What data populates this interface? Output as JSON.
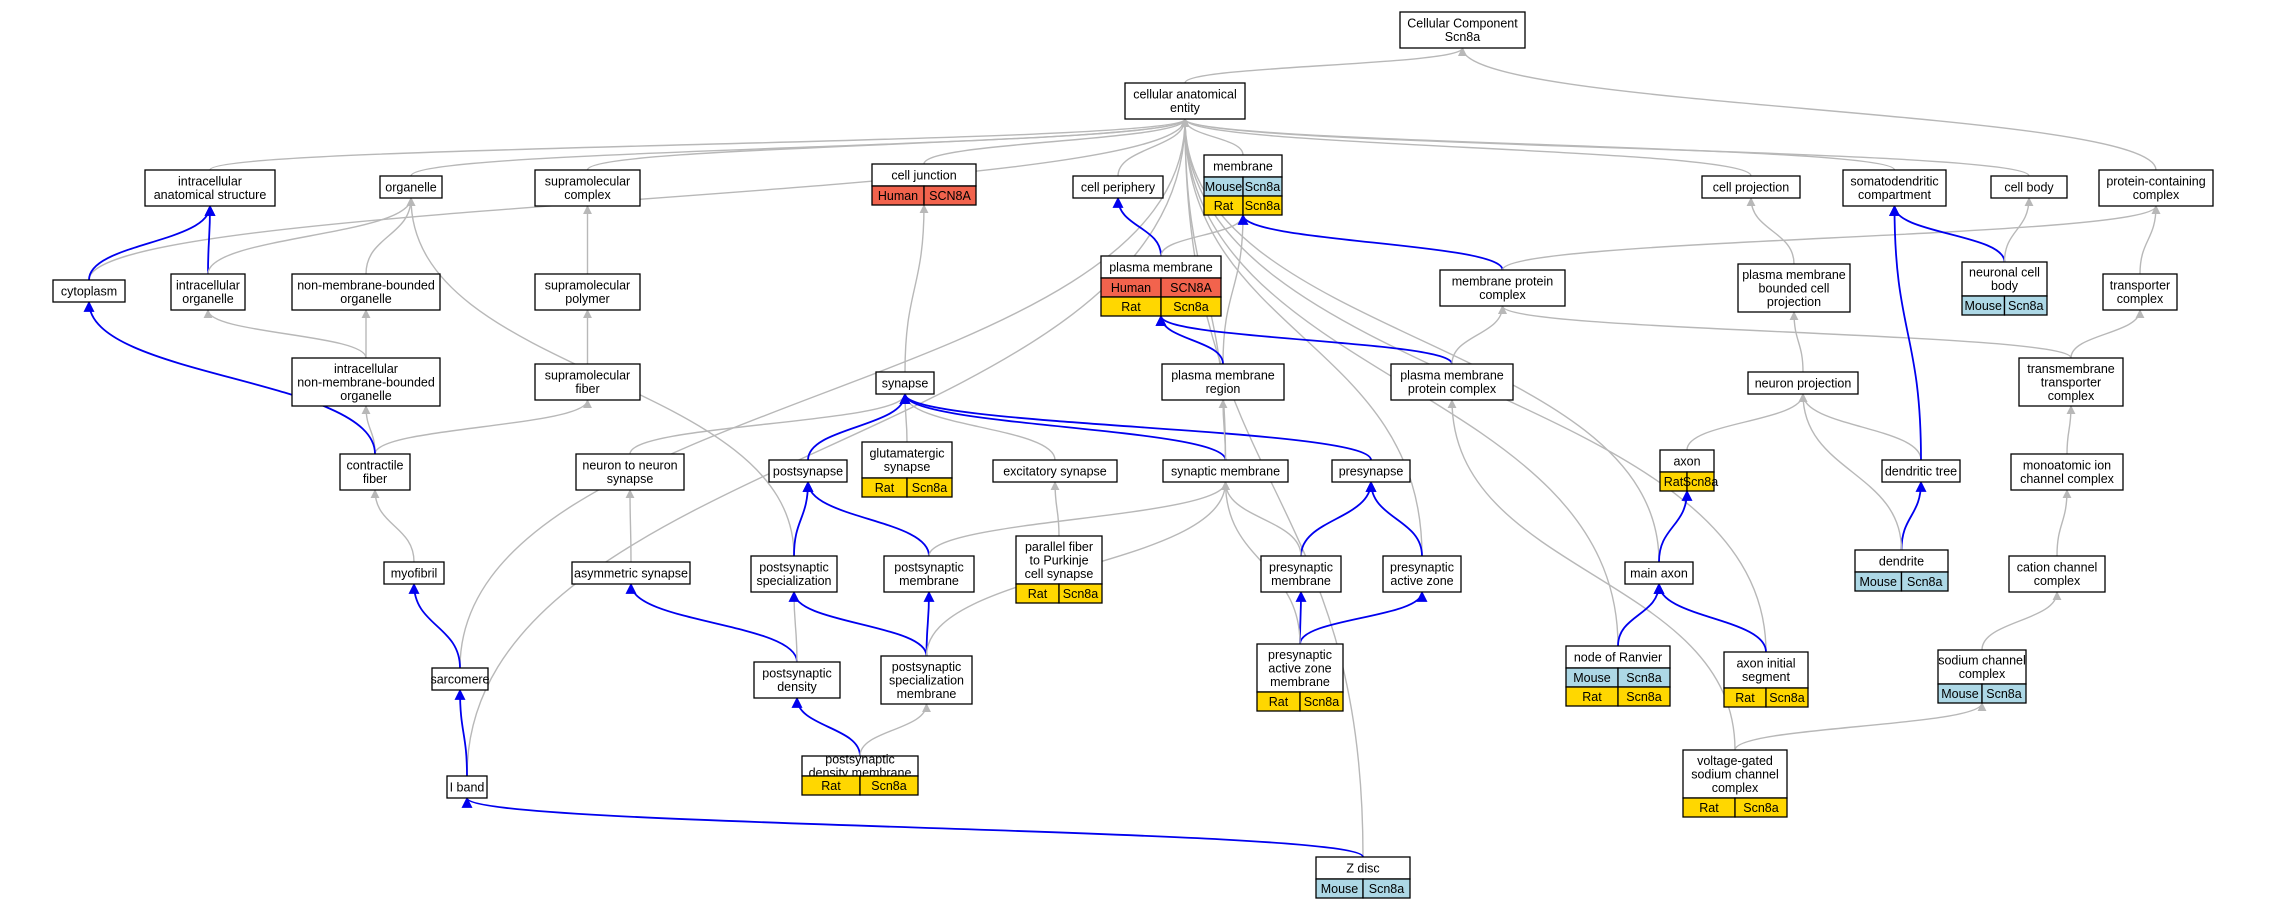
{
  "colors": {
    "human": "#f2634d",
    "mouse": "#add8e6",
    "rat": "#ffd700",
    "is_a_edge": "#b8b8b8",
    "part_of_edge": "#0000ee"
  },
  "nodes": [
    {
      "id": "cc",
      "lines": [
        "Cellular Component",
        "Scn8a"
      ],
      "annotations": []
    },
    {
      "id": "cae",
      "lines": [
        "cellular anatomical",
        "entity"
      ],
      "annotations": []
    },
    {
      "id": "ias",
      "lines": [
        "intracellular",
        "anatomical structure"
      ],
      "annotations": []
    },
    {
      "id": "organelle",
      "lines": [
        "organelle"
      ],
      "annotations": []
    },
    {
      "id": "smc",
      "lines": [
        "supramolecular",
        "complex"
      ],
      "annotations": []
    },
    {
      "id": "cj",
      "lines": [
        "cell junction"
      ],
      "annotations": [
        [
          "Human",
          "SCN8A"
        ]
      ]
    },
    {
      "id": "cp",
      "lines": [
        "cell periphery"
      ],
      "annotations": []
    },
    {
      "id": "membrane",
      "lines": [
        "membrane"
      ],
      "annotations": [
        [
          "Mouse",
          "Scn8a"
        ],
        [
          "Rat",
          "Scn8a"
        ]
      ]
    },
    {
      "id": "cproj",
      "lines": [
        "cell projection"
      ],
      "annotations": []
    },
    {
      "id": "sdc",
      "lines": [
        "somatodendritic",
        "compartment"
      ],
      "annotations": []
    },
    {
      "id": "cb",
      "lines": [
        "cell body"
      ],
      "annotations": []
    },
    {
      "id": "pcc",
      "lines": [
        "protein-containing",
        "complex"
      ],
      "annotations": []
    },
    {
      "id": "cyto",
      "lines": [
        "cytoplasm"
      ],
      "annotations": []
    },
    {
      "id": "io",
      "lines": [
        "intracellular",
        "organelle"
      ],
      "annotations": []
    },
    {
      "id": "nmbo",
      "lines": [
        "non-membrane-bounded",
        "organelle"
      ],
      "annotations": []
    },
    {
      "id": "smp",
      "lines": [
        "supramolecular",
        "polymer"
      ],
      "annotations": []
    },
    {
      "id": "pm",
      "lines": [
        "plasma membrane"
      ],
      "annotations": [
        [
          "Human",
          "SCN8A"
        ],
        [
          "Rat",
          "Scn8a"
        ]
      ]
    },
    {
      "id": "mpc",
      "lines": [
        "membrane protein",
        "complex"
      ],
      "annotations": []
    },
    {
      "id": "pmbcp",
      "lines": [
        "plasma membrane",
        "bounded cell",
        "projection"
      ],
      "annotations": []
    },
    {
      "id": "ncb",
      "lines": [
        "neuronal cell",
        "body"
      ],
      "annotations": [
        [
          "Mouse",
          "Scn8a"
        ]
      ]
    },
    {
      "id": "tc",
      "lines": [
        "transporter",
        "complex"
      ],
      "annotations": []
    },
    {
      "id": "inmbo",
      "lines": [
        "intracellular",
        "non-membrane-bounded",
        "organelle"
      ],
      "annotations": []
    },
    {
      "id": "smf",
      "lines": [
        "supramolecular",
        "fiber"
      ],
      "annotations": []
    },
    {
      "id": "synapse",
      "lines": [
        "synapse"
      ],
      "annotations": []
    },
    {
      "id": "pmr",
      "lines": [
        "plasma membrane",
        "region"
      ],
      "annotations": []
    },
    {
      "id": "pmpc",
      "lines": [
        "plasma membrane",
        "protein complex"
      ],
      "annotations": []
    },
    {
      "id": "np",
      "lines": [
        "neuron projection"
      ],
      "annotations": []
    },
    {
      "id": "tmtc",
      "lines": [
        "transmembrane",
        "transporter",
        "complex"
      ],
      "annotations": []
    },
    {
      "id": "cf",
      "lines": [
        "contractile",
        "fiber"
      ],
      "annotations": []
    },
    {
      "id": "nns",
      "lines": [
        "neuron to neuron",
        "synapse"
      ],
      "annotations": []
    },
    {
      "id": "postsyn",
      "lines": [
        "postsynapse"
      ],
      "annotations": []
    },
    {
      "id": "gs",
      "lines": [
        "glutamatergic",
        "synapse"
      ],
      "annotations": [
        [
          "Rat",
          "Scn8a"
        ]
      ]
    },
    {
      "id": "es",
      "lines": [
        "excitatory synapse"
      ],
      "annotations": []
    },
    {
      "id": "sm",
      "lines": [
        "synaptic membrane"
      ],
      "annotations": []
    },
    {
      "id": "presyn",
      "lines": [
        "presynapse"
      ],
      "annotations": []
    },
    {
      "id": "axon",
      "lines": [
        "axon"
      ],
      "annotations": [
        [
          "Rat",
          "Scn8a"
        ]
      ]
    },
    {
      "id": "dt",
      "lines": [
        "dendritic tree"
      ],
      "annotations": []
    },
    {
      "id": "micc",
      "lines": [
        "monoatomic ion",
        "channel complex"
      ],
      "annotations": []
    },
    {
      "id": "myo",
      "lines": [
        "myofibril"
      ],
      "annotations": []
    },
    {
      "id": "asyn",
      "lines": [
        "asymmetric synapse"
      ],
      "annotations": []
    },
    {
      "id": "pss",
      "lines": [
        "postsynaptic",
        "specialization"
      ],
      "annotations": []
    },
    {
      "id": "psm",
      "lines": [
        "postsynaptic",
        "membrane"
      ],
      "annotations": []
    },
    {
      "id": "pfpcs",
      "lines": [
        "parallel fiber",
        "to Purkinje",
        "cell synapse"
      ],
      "annotations": [
        [
          "Rat",
          "Scn8a"
        ]
      ]
    },
    {
      "id": "prem",
      "lines": [
        "presynaptic",
        "membrane"
      ],
      "annotations": []
    },
    {
      "id": "paz",
      "lines": [
        "presynaptic",
        "active zone"
      ],
      "annotations": []
    },
    {
      "id": "mainaxon",
      "lines": [
        "main axon"
      ],
      "annotations": []
    },
    {
      "id": "dendrite",
      "lines": [
        "dendrite"
      ],
      "annotations": [
        [
          "Mouse",
          "Scn8a"
        ]
      ]
    },
    {
      "id": "ccc",
      "lines": [
        "cation channel",
        "complex"
      ],
      "annotations": []
    },
    {
      "id": "sarc",
      "lines": [
        "sarcomere"
      ],
      "annotations": []
    },
    {
      "id": "psd",
      "lines": [
        "postsynaptic",
        "density"
      ],
      "annotations": []
    },
    {
      "id": "pssm",
      "lines": [
        "postsynaptic",
        "specialization",
        "membrane"
      ],
      "annotations": []
    },
    {
      "id": "pazm",
      "lines": [
        "presynaptic",
        "active zone",
        "membrane"
      ],
      "annotations": [
        [
          "Rat",
          "Scn8a"
        ]
      ]
    },
    {
      "id": "nor",
      "lines": [
        "node of Ranvier"
      ],
      "annotations": [
        [
          "Mouse",
          "Scn8a"
        ],
        [
          "Rat",
          "Scn8a"
        ]
      ]
    },
    {
      "id": "ais",
      "lines": [
        "axon initial",
        "segment"
      ],
      "annotations": [
        [
          "Rat",
          "Scn8a"
        ]
      ]
    },
    {
      "id": "scc",
      "lines": [
        "sodium channel",
        "complex"
      ],
      "annotations": [
        [
          "Mouse",
          "Scn8a"
        ]
      ]
    },
    {
      "id": "iband",
      "lines": [
        "I band"
      ],
      "annotations": []
    },
    {
      "id": "psdm",
      "lines": [
        "postsynaptic",
        "density membrane"
      ],
      "annotations": [
        [
          "Rat",
          "Scn8a"
        ]
      ]
    },
    {
      "id": "vgscc",
      "lines": [
        "voltage-gated",
        "sodium channel",
        "complex"
      ],
      "annotations": [
        [
          "Rat",
          "Scn8a"
        ]
      ]
    },
    {
      "id": "zdisc",
      "lines": [
        "Z disc"
      ],
      "annotations": [
        [
          "Mouse",
          "Scn8a"
        ]
      ]
    }
  ],
  "edges": [
    [
      "cae",
      "cc",
      "is_a"
    ],
    [
      "pcc",
      "cc",
      "is_a"
    ],
    [
      "ias",
      "cae",
      "is_a"
    ],
    [
      "organelle",
      "cae",
      "is_a"
    ],
    [
      "smc",
      "cae",
      "is_a"
    ],
    [
      "cj",
      "cae",
      "is_a"
    ],
    [
      "cp",
      "cae",
      "is_a"
    ],
    [
      "membrane",
      "cae",
      "is_a"
    ],
    [
      "cproj",
      "cae",
      "is_a"
    ],
    [
      "sdc",
      "cae",
      "is_a"
    ],
    [
      "cb",
      "cae",
      "is_a"
    ],
    [
      "cyto",
      "cae",
      "is_a"
    ],
    [
      "mainaxon",
      "cae",
      "is_a"
    ],
    [
      "nor",
      "cae",
      "is_a"
    ],
    [
      "ais",
      "cae",
      "is_a"
    ],
    [
      "paz",
      "cae",
      "is_a"
    ],
    [
      "sm",
      "cae",
      "is_a"
    ],
    [
      "sarc",
      "cae",
      "is_a"
    ],
    [
      "iband",
      "cae",
      "is_a"
    ],
    [
      "zdisc",
      "cae",
      "is_a"
    ],
    [
      "cyto",
      "ias",
      "part_of"
    ],
    [
      "io",
      "ias",
      "part_of"
    ],
    [
      "io",
      "organelle",
      "is_a"
    ],
    [
      "nmbo",
      "organelle",
      "is_a"
    ],
    [
      "inmbo",
      "io",
      "is_a"
    ],
    [
      "inmbo",
      "nmbo",
      "is_a"
    ],
    [
      "pss",
      "organelle",
      "is_a"
    ],
    [
      "smp",
      "smc",
      "is_a"
    ],
    [
      "smf",
      "smp",
      "is_a"
    ],
    [
      "cf",
      "smf",
      "is_a"
    ],
    [
      "cf",
      "inmbo",
      "is_a"
    ],
    [
      "cf",
      "cyto",
      "part_of"
    ],
    [
      "myo",
      "cf",
      "is_a"
    ],
    [
      "sarc",
      "myo",
      "part_of"
    ],
    [
      "iband",
      "sarc",
      "part_of"
    ],
    [
      "zdisc",
      "iband",
      "part_of"
    ],
    [
      "synapse",
      "cj",
      "is_a"
    ],
    [
      "pm",
      "cp",
      "part_of"
    ],
    [
      "pm",
      "membrane",
      "is_a"
    ],
    [
      "pmr",
      "membrane",
      "is_a"
    ],
    [
      "mpc",
      "membrane",
      "part_of"
    ],
    [
      "mpc",
      "pcc",
      "is_a"
    ],
    [
      "ncb",
      "sdc",
      "part_of"
    ],
    [
      "ncb",
      "cb",
      "is_a"
    ],
    [
      "pmbcp",
      "cproj",
      "is_a"
    ],
    [
      "np",
      "pmbcp",
      "is_a"
    ],
    [
      "tc",
      "pcc",
      "is_a"
    ],
    [
      "tmtc",
      "tc",
      "is_a"
    ],
    [
      "tmtc",
      "mpc",
      "is_a"
    ],
    [
      "micc",
      "tmtc",
      "is_a"
    ],
    [
      "ccc",
      "micc",
      "is_a"
    ],
    [
      "scc",
      "ccc",
      "is_a"
    ],
    [
      "vgscc",
      "scc",
      "is_a"
    ],
    [
      "vgscc",
      "pmpc",
      "is_a"
    ],
    [
      "pmr",
      "pm",
      "part_of"
    ],
    [
      "pmpc",
      "pm",
      "part_of"
    ],
    [
      "pmpc",
      "mpc",
      "is_a"
    ],
    [
      "nns",
      "synapse",
      "is_a"
    ],
    [
      "postsyn",
      "synapse",
      "part_of"
    ],
    [
      "gs",
      "synapse",
      "is_a"
    ],
    [
      "es",
      "synapse",
      "is_a"
    ],
    [
      "sm",
      "synapse",
      "part_of"
    ],
    [
      "presyn",
      "synapse",
      "part_of"
    ],
    [
      "sm",
      "pmr",
      "is_a"
    ],
    [
      "asyn",
      "nns",
      "is_a"
    ],
    [
      "pfpcs",
      "es",
      "is_a"
    ],
    [
      "pss",
      "postsyn",
      "part_of"
    ],
    [
      "psm",
      "postsyn",
      "part_of"
    ],
    [
      "psm",
      "sm",
      "is_a"
    ],
    [
      "psd",
      "asyn",
      "part_of"
    ],
    [
      "psd",
      "pss",
      "is_a"
    ],
    [
      "pssm",
      "pss",
      "part_of"
    ],
    [
      "pssm",
      "psm",
      "part_of"
    ],
    [
      "pssm",
      "sm",
      "is_a"
    ],
    [
      "psdm",
      "psd",
      "part_of"
    ],
    [
      "psdm",
      "pssm",
      "is_a"
    ],
    [
      "prem",
      "presyn",
      "part_of"
    ],
    [
      "prem",
      "sm",
      "is_a"
    ],
    [
      "paz",
      "presyn",
      "part_of"
    ],
    [
      "pazm",
      "prem",
      "part_of"
    ],
    [
      "pazm",
      "paz",
      "part_of"
    ],
    [
      "pazm",
      "sm",
      "is_a"
    ],
    [
      "axon",
      "np",
      "is_a"
    ],
    [
      "dt",
      "np",
      "is_a"
    ],
    [
      "dt",
      "sdc",
      "part_of"
    ],
    [
      "dendrite",
      "dt",
      "part_of"
    ],
    [
      "dendrite",
      "np",
      "is_a"
    ],
    [
      "mainaxon",
      "axon",
      "part_of"
    ],
    [
      "nor",
      "mainaxon",
      "part_of"
    ],
    [
      "ais",
      "mainaxon",
      "part_of"
    ]
  ]
}
